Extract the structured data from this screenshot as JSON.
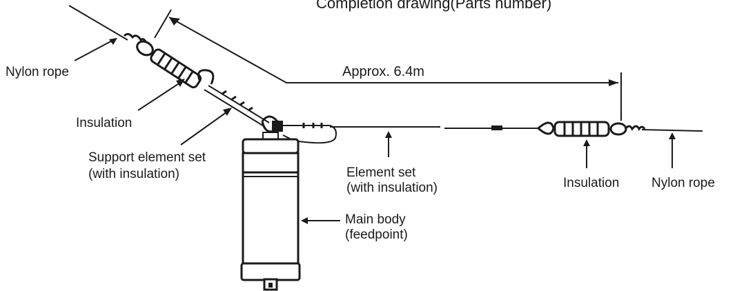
{
  "title": "Completion drawing(Parts number)",
  "dimension_label": "Approx. 6.4m",
  "labels": {
    "nylon_rope_left": "Nylon rope",
    "insulation_left": "Insulation",
    "support_element_set_line1": "Support element set",
    "support_element_set_line2": "(with insulation)",
    "element_set_line1": "Element set",
    "element_set_line2": "(with insulation)",
    "main_body_line1": "Main body",
    "main_body_line2": "(feedpoint)",
    "insulation_right": "Insulation",
    "nylon_rope_right": "Nylon rope"
  }
}
